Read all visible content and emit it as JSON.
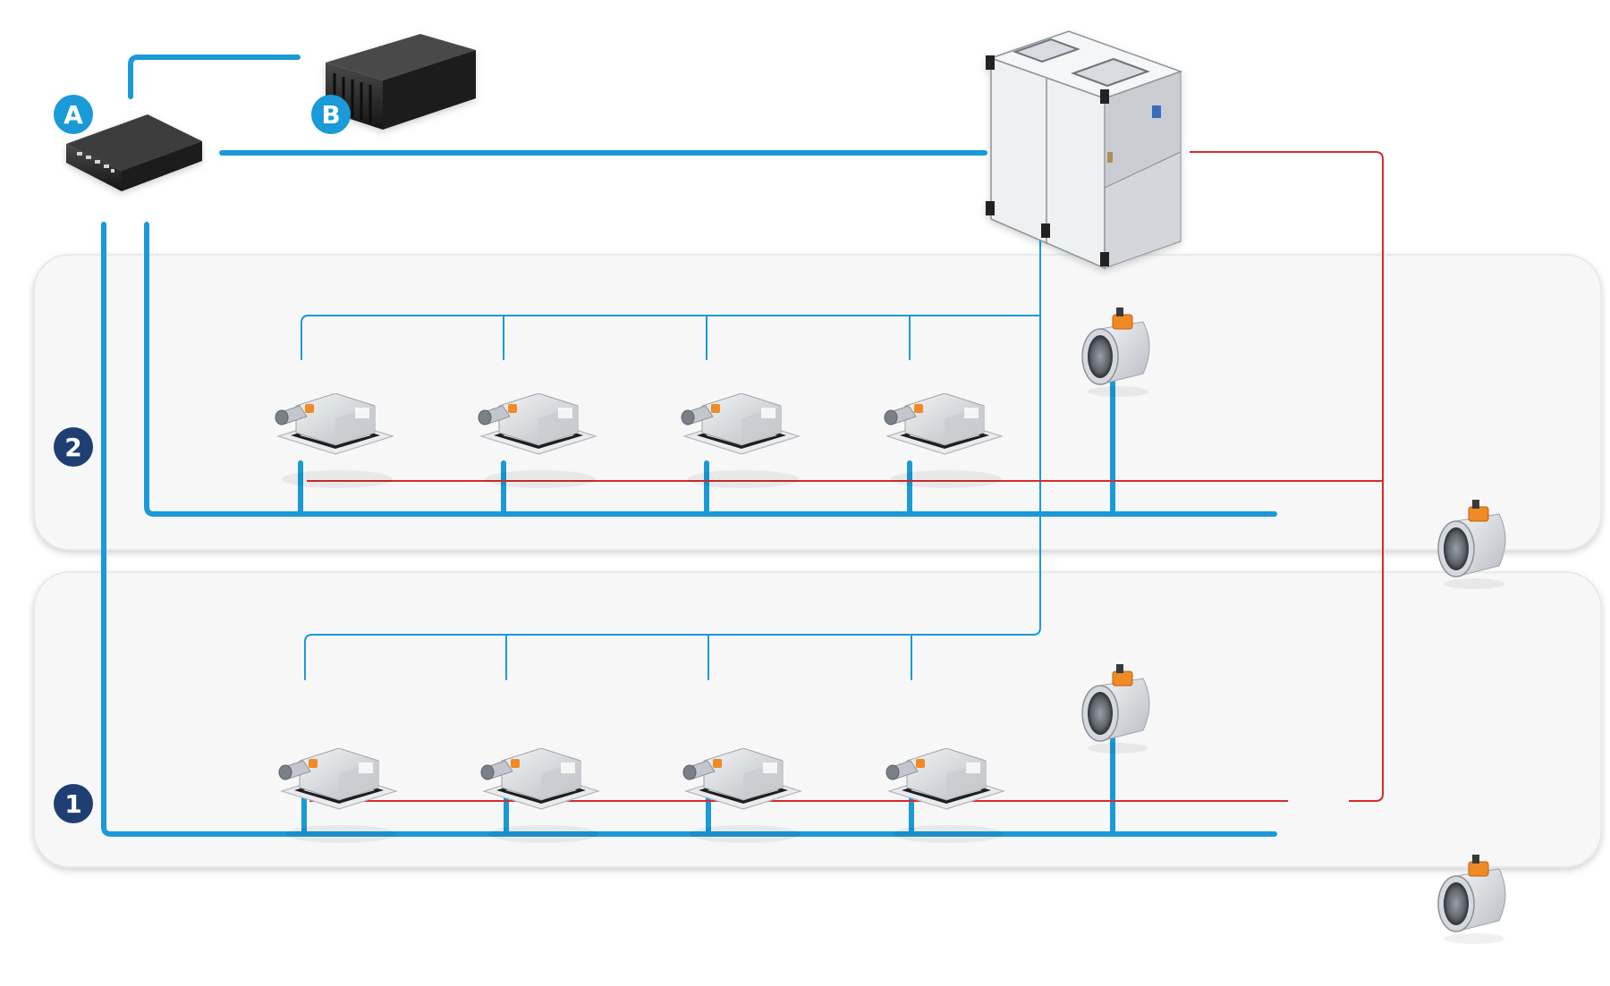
{
  "badges": {
    "controller": "A",
    "server": "B",
    "floor_upper": "2",
    "floor_lower": "1"
  },
  "colors": {
    "bus_line": "#1a9ad6",
    "alarm_line": "#d62c2c",
    "badge_light": "#1a9ad6",
    "badge_dark": "#1f3f73",
    "floor_panel": "#f7f7f7",
    "device_dark": "#2a2a2a",
    "device_light": "#e2e4e8"
  },
  "icons": {
    "controller": "gateway-controller-icon",
    "server": "server-box-icon",
    "ahu": "air-handling-unit-icon",
    "cassette": "ceiling-cassette-icon",
    "damper": "round-damper-icon"
  },
  "floors": [
    {
      "badge": "2",
      "cassettes": 4,
      "dampers": 2
    },
    {
      "badge": "1",
      "cassettes": 4,
      "dampers": 2
    }
  ]
}
